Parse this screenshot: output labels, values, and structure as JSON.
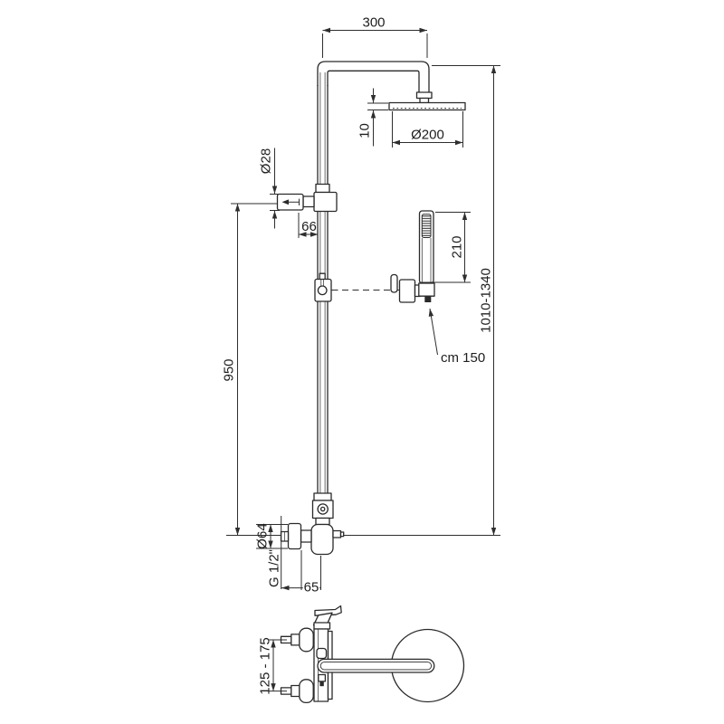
{
  "drawing": {
    "type": "shower-column-technical-drawing",
    "views": [
      "front elevation",
      "top plan"
    ],
    "labels": {
      "arm_reach": "300",
      "head_thickness": "10",
      "head_diameter": "Ø200",
      "pipe_diameter": "Ø28",
      "diverter_offset": "66",
      "handshower_length": "210",
      "total_height": "1010-1340",
      "riser_length": "950",
      "hose_length": "cm 150",
      "flange_diameter": "Ø64",
      "thread_size": "G 1/2\"",
      "valve_offset": "65",
      "inlet_spacing": "125 - 175"
    },
    "colors": {
      "line": "#2a2a2a",
      "text": "#1e1e1e",
      "background": "#ffffff"
    }
  }
}
